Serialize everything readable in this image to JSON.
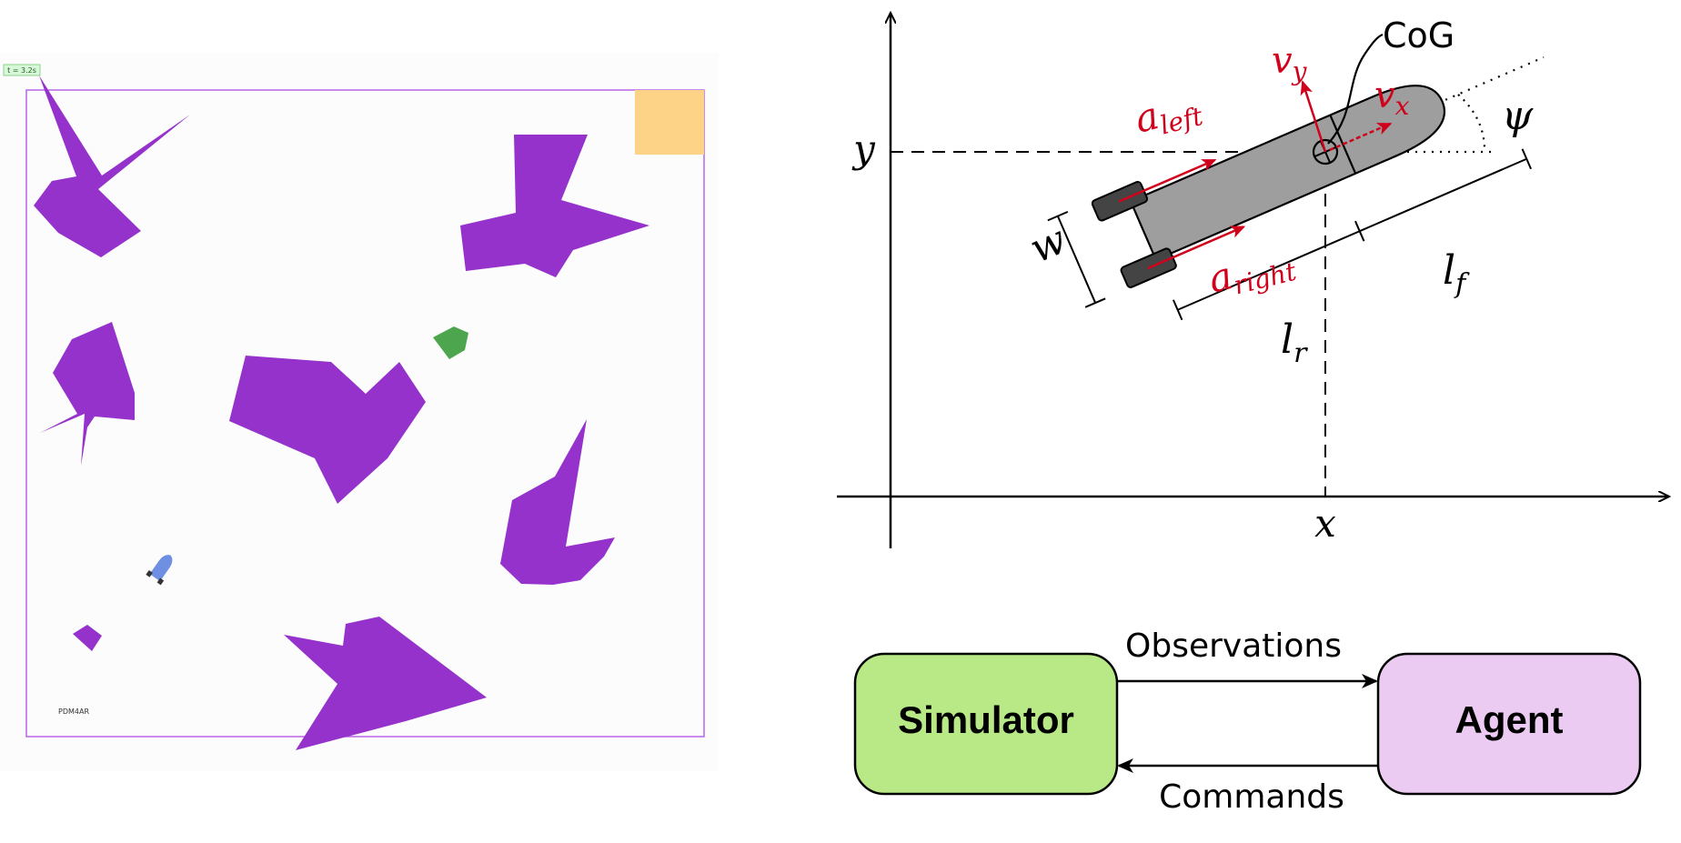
{
  "sim": {
    "time_label": "t = 3.2s",
    "watermark": "PDM4AR",
    "colors": {
      "obstacle": "#9532CC",
      "boundary": "#B866E6",
      "goal": "#FDD387",
      "target": "#4DA64D",
      "vehicle": "#6F8FE3"
    }
  },
  "model": {
    "cog_label": "CoG",
    "y_axis": "y",
    "x_axis": "x",
    "vy_sym": "v",
    "vy_sub": "y",
    "vx_sym": "v",
    "vx_sub": "x",
    "psi": "ψ",
    "aleft_sym": "a",
    "aleft_sub": "left",
    "aright_sym": "a",
    "aright_sub": "right",
    "w": "w",
    "lr_sym": "l",
    "lr_sub": "r",
    "lf_sym": "l",
    "lf_sub": "f",
    "colors": {
      "vector": "#D0021B",
      "body": "#9E9E9E",
      "wheel": "#444444"
    }
  },
  "flow": {
    "simulator_label": "Simulator",
    "agent_label": "Agent",
    "observations_label": "Observations",
    "commands_label": "Commands",
    "colors": {
      "simulator_fill": "#B8E986",
      "agent_fill": "#ECCBF2"
    }
  }
}
